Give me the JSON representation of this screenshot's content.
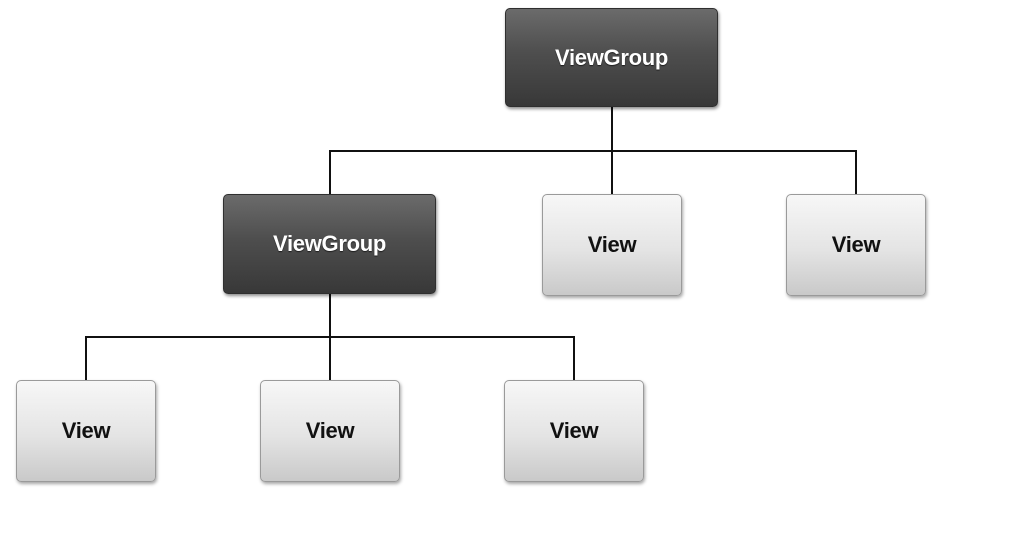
{
  "diagram": {
    "root": {
      "label": "ViewGroup",
      "kind": "viewgroup"
    },
    "level1": [
      {
        "label": "ViewGroup",
        "kind": "viewgroup"
      },
      {
        "label": "View",
        "kind": "view"
      },
      {
        "label": "View",
        "kind": "view"
      }
    ],
    "level2": [
      {
        "label": "View",
        "kind": "view"
      },
      {
        "label": "View",
        "kind": "view"
      },
      {
        "label": "View",
        "kind": "view"
      }
    ],
    "edges": [
      {
        "from": "root",
        "to": "level1.0"
      },
      {
        "from": "root",
        "to": "level1.1"
      },
      {
        "from": "root",
        "to": "level1.2"
      },
      {
        "from": "level1.0",
        "to": "level2.0"
      },
      {
        "from": "level1.0",
        "to": "level2.1"
      },
      {
        "from": "level1.0",
        "to": "level2.2"
      }
    ],
    "colors": {
      "viewgroup_fill": "#4e4e4e",
      "view_fill": "#e4e4e4",
      "connector": "#111111"
    }
  }
}
